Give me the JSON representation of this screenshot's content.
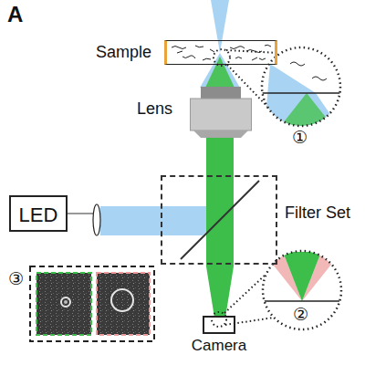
{
  "diagram": {
    "nodes": [
      {
        "text": [
          "Sample"
        ]
      },
      {
        "text": [
          "Lens"
        ]
      },
      {
        "text": [
          "LED"
        ]
      },
      {
        "text": [
          "Filter Set"
        ]
      },
      {
        "text": [
          "Camera"
        ]
      }
    ],
    "labels": [
      "A",
      "①",
      "②",
      "③"
    ]
  }
}
